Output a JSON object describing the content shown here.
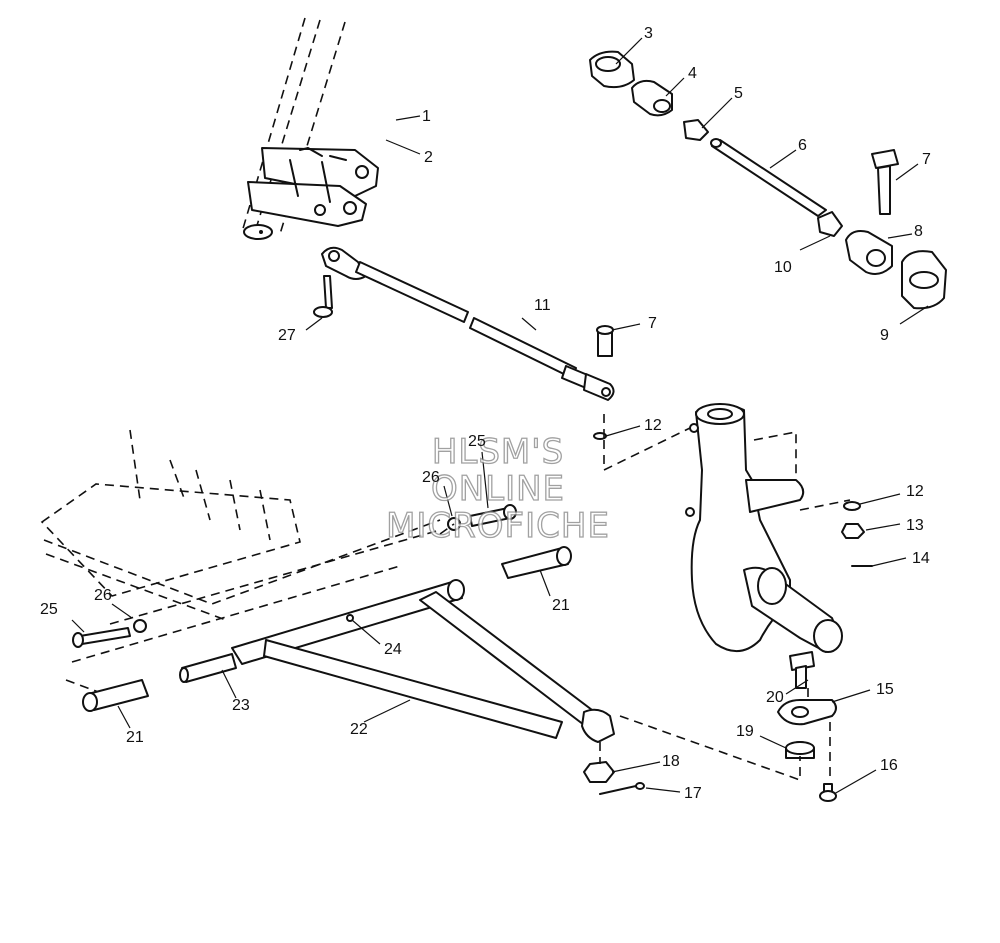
{
  "watermark": {
    "line1": "HLSM'S",
    "line2": "ONLINE",
    "line3": "MICROFICHE"
  },
  "callouts": {
    "c1": "1",
    "c2": "2",
    "c3": "3",
    "c4": "4",
    "c5": "5",
    "c6": "6",
    "c7a": "7",
    "c7b": "7",
    "c8": "8",
    "c9": "9",
    "c10": "10",
    "c11": "11",
    "c12a": "12",
    "c12b": "12",
    "c13": "13",
    "c14": "14",
    "c15": "15",
    "c16": "16",
    "c17": "17",
    "c18": "18",
    "c19": "19",
    "c20": "20",
    "c21a": "21",
    "c21b": "21",
    "c22": "22",
    "c23": "23",
    "c24": "24",
    "c25a": "25",
    "c25b": "25",
    "c26a": "26",
    "c26b": "26",
    "c27": "27"
  }
}
